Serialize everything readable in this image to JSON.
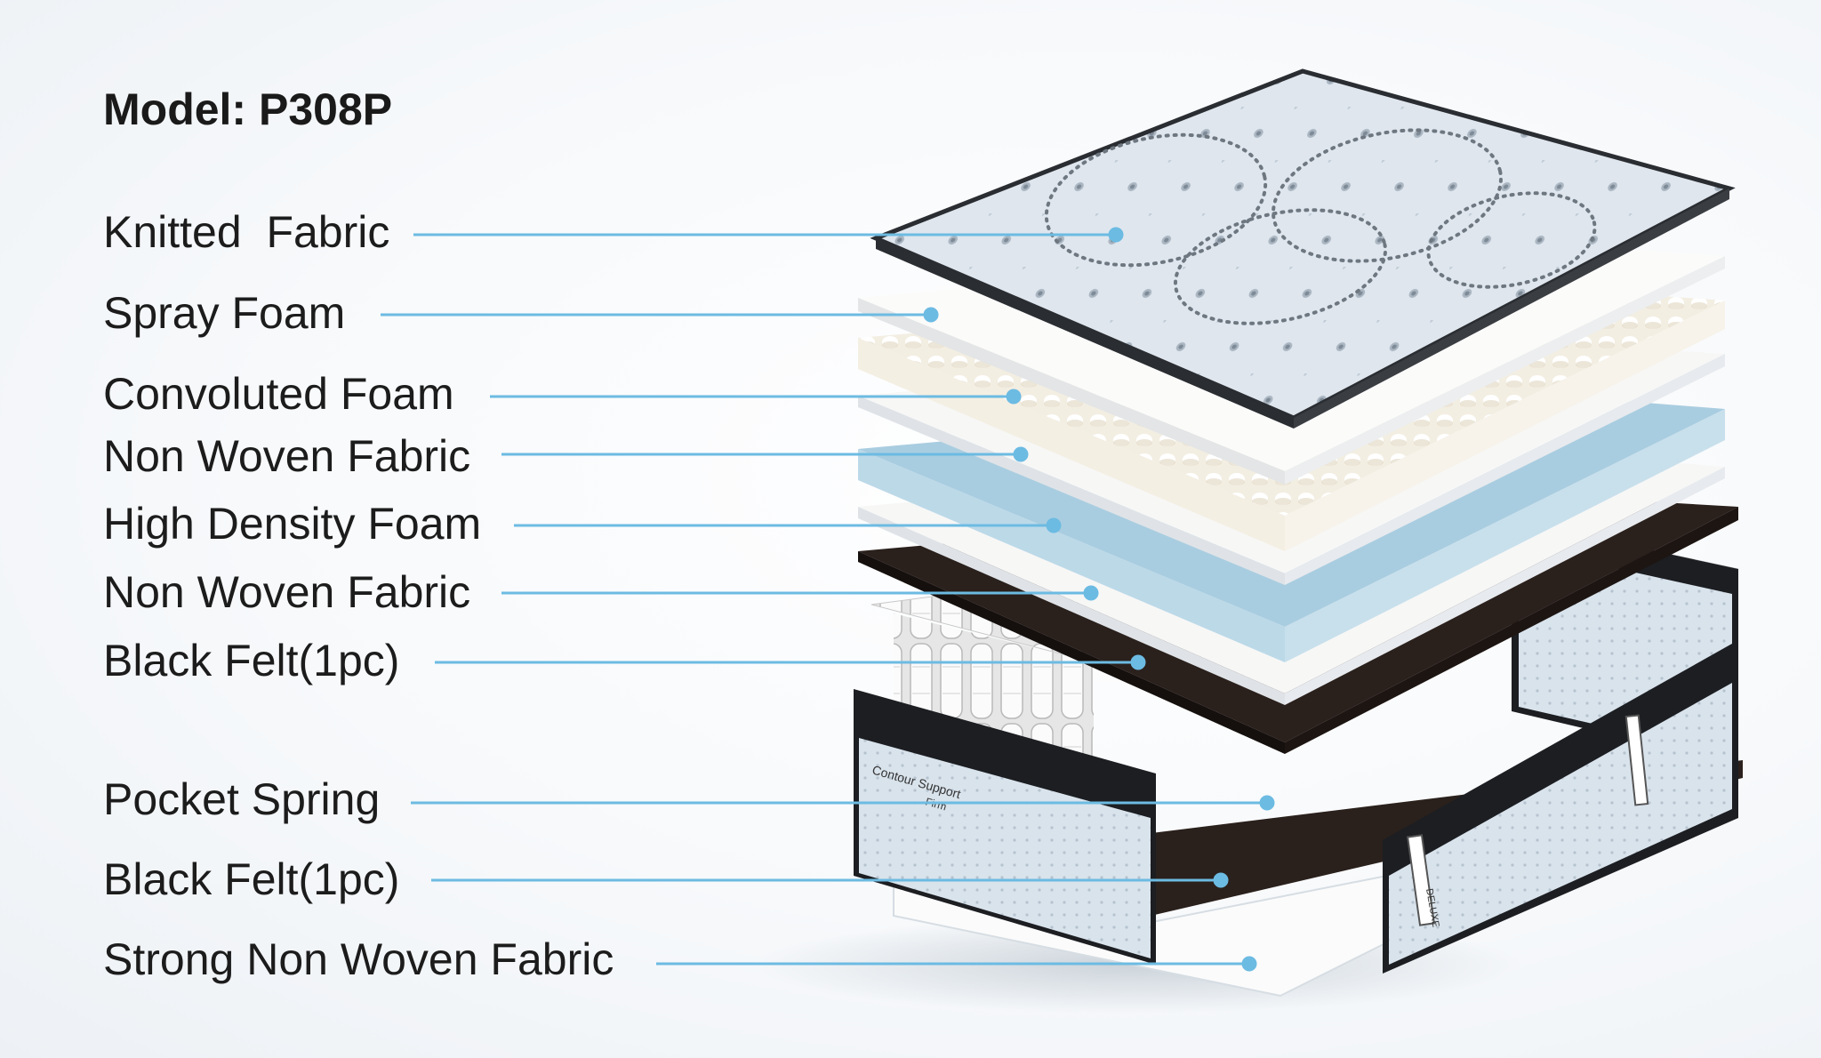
{
  "model_title": "Model: P308P",
  "colors": {
    "leader_line": "#6cbbe2",
    "text": "#1c1c1c",
    "quilted_top": "#dfe6ee",
    "blue_foam": "#a9cde0",
    "black_felt": "#2a201c",
    "foam_white": "#f7f7f4"
  },
  "layers": [
    {
      "label": "Knitted  Fabric"
    },
    {
      "label": "Spray Foam"
    },
    {
      "label": "Convoluted Foam"
    },
    {
      "label": "Non Woven Fabric"
    },
    {
      "label": "High Density Foam"
    },
    {
      "label": "Non Woven Fabric"
    },
    {
      "label": "Black Felt(1pc)"
    },
    {
      "label": "Pocket Spring"
    },
    {
      "label": "Black Felt(1pc)"
    },
    {
      "label": "Strong Non Woven Fabric"
    }
  ],
  "side_panel": {
    "logo_text": "Contour Support",
    "logo_sub": "Firm",
    "handle_text": "DELUXE"
  }
}
